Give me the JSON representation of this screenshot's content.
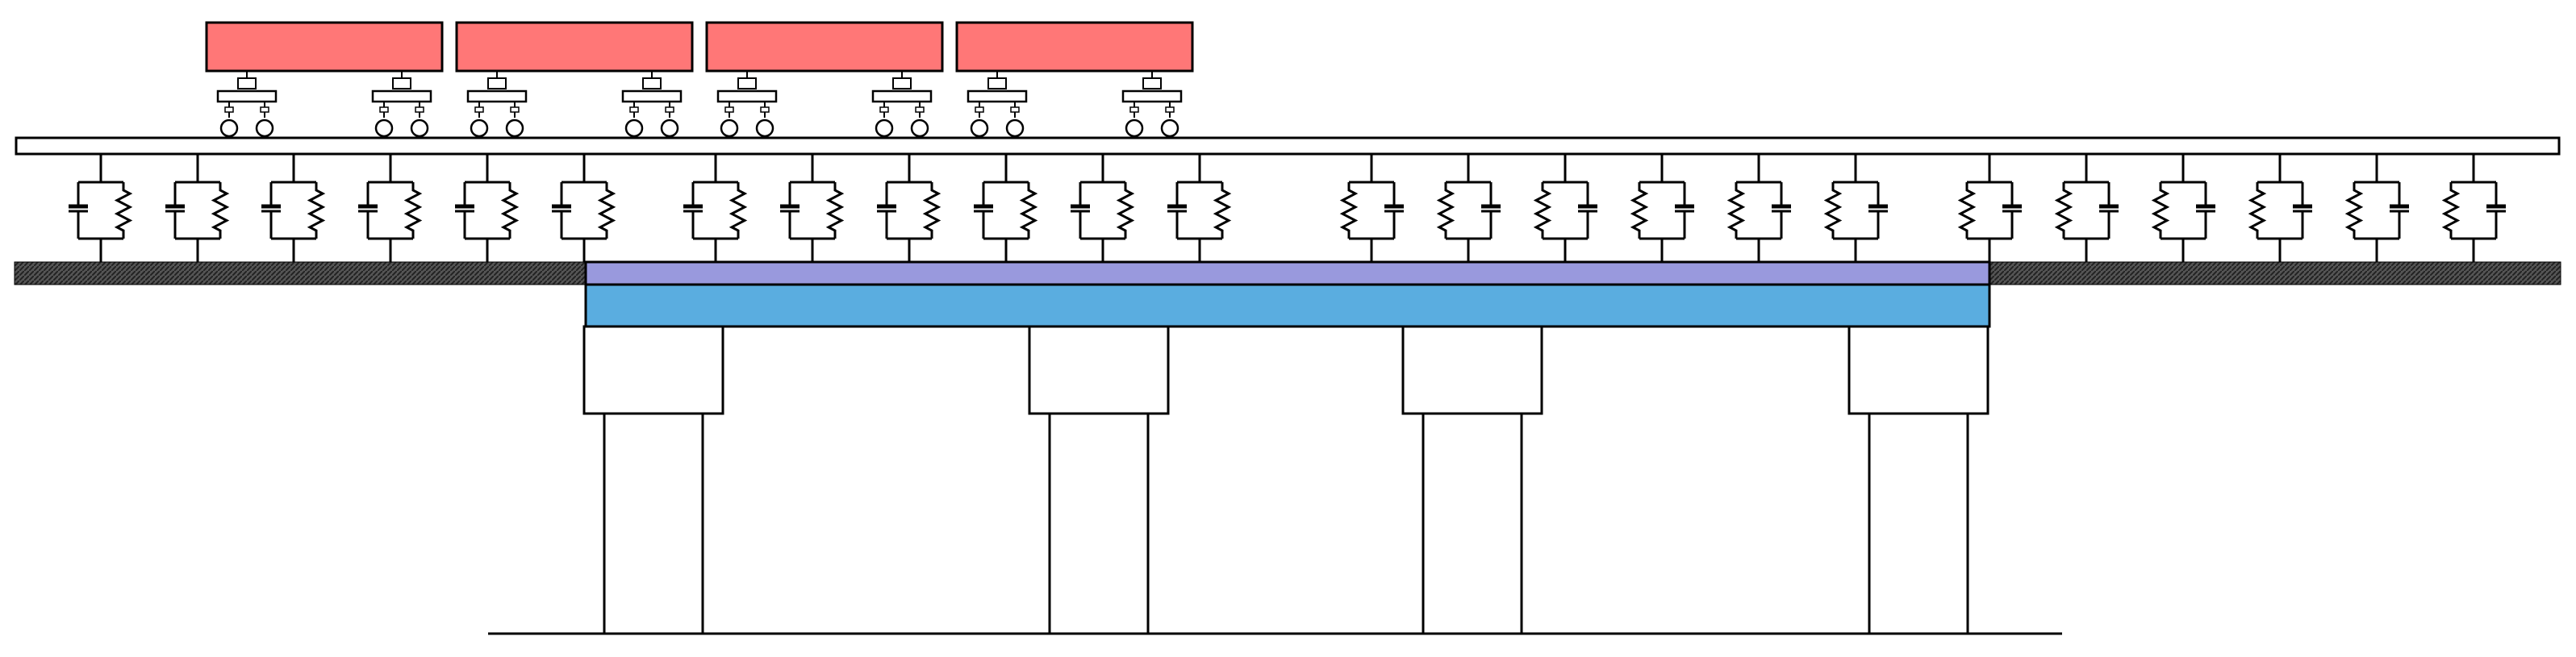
{
  "colors": {
    "car_body": "#ff7777",
    "deck_top_layer": "#9999dd",
    "deck_main_layer": "#5aade0",
    "ground_hatch": "#333333",
    "line": "#000000",
    "rail": "#ffffff"
  },
  "train": {
    "car_count": 4,
    "bogies_per_car": 2,
    "wheels_per_bogie": 2
  },
  "track": {
    "spring_damper_count": 24,
    "groups": [
      {
        "name": "left-embankment",
        "units": 6
      },
      {
        "name": "bridge-span-1",
        "units": 6
      },
      {
        "name": "bridge-span-2",
        "units": 6
      },
      {
        "name": "right-embankment",
        "units": 6
      }
    ]
  },
  "bridge": {
    "pier_count": 4
  }
}
